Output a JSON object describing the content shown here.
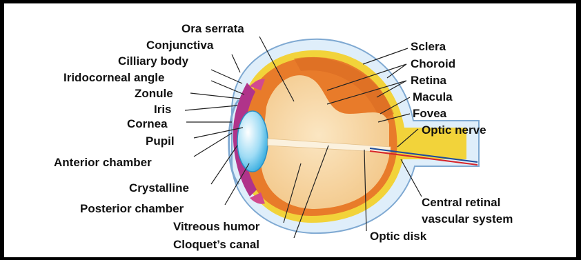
{
  "labels": {
    "ora_serrata": "Ora serrata",
    "conjunctiva": "Conjunctiva",
    "cilliary_body": "Cilliary body",
    "iridocorneal_angle": "Iridocorneal angle",
    "zonule": "Zonule",
    "iris": "Iris",
    "cornea": "Cornea",
    "pupil": "Pupil",
    "anterior_chamber": "Anterior chamber",
    "crystalline": "Crystalline",
    "posterior_chamber": "Posterior chamber",
    "vitreous_humor": "Vitreous humor",
    "cloquets_canal": "Cloquet’s canal",
    "sclera": "Sclera",
    "choroid": "Choroid",
    "retina": "Retina",
    "macula": "Macula",
    "fovea": "Fovea",
    "optic_nerve": "Optic nerve",
    "central_retinal_line1": "Central retinal",
    "central_retinal_line2": "vascular system",
    "optic_disk": "Optic disk"
  },
  "colors": {
    "sclera_outer": "#dfeefa",
    "sclera_edge": "#7fa9d2",
    "choroid": "#f2d33a",
    "retina": "#e87b2a",
    "vitreous": "#f7d9a6",
    "cornea": "#6ec9ee",
    "iris": "#b0338a"
  }
}
